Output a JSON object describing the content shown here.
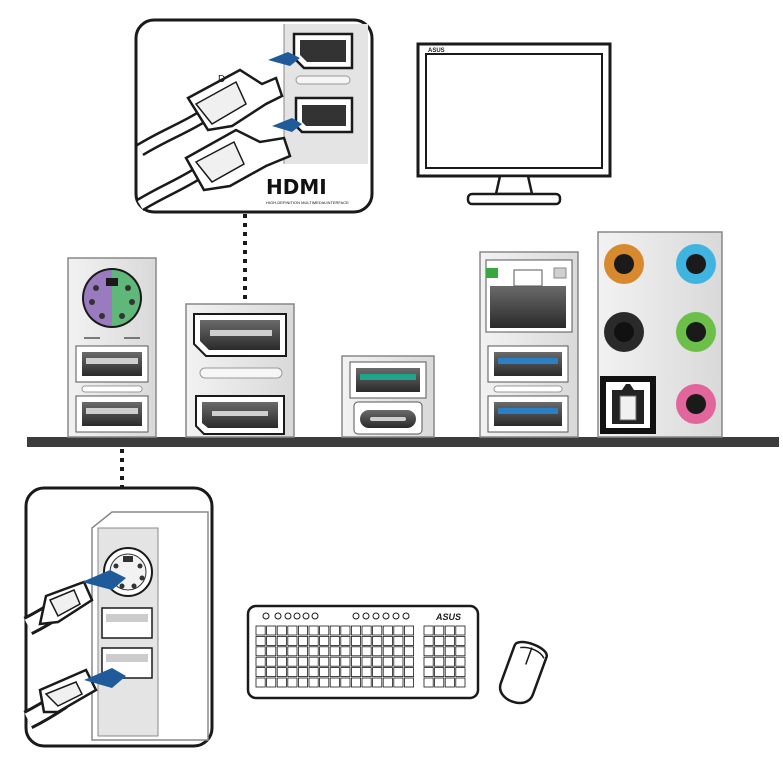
{
  "hdmi_callout": {
    "logo": "HDMI",
    "tagline": "HIGH-DEFINITION MULTIMEDIA INTERFACE",
    "dp_mark": "D"
  },
  "monitor": {
    "brand": "ASUS"
  },
  "keyboard": {
    "brand": "ASUS"
  },
  "colors": {
    "ps2_keyboard": "#9b7bbf",
    "ps2_mouse": "#5fb87a",
    "usb_blue": "#2b7fc4",
    "usb_teal": "#1fa58a",
    "lan_led_green": "#3aa640",
    "audio_orange": "#d8892e",
    "audio_blue": "#3fb4e0",
    "audio_black": "#2a2a2a",
    "audio_green": "#6cc04a",
    "audio_pink": "#e2659b",
    "arrow": "#1f5b9a"
  }
}
